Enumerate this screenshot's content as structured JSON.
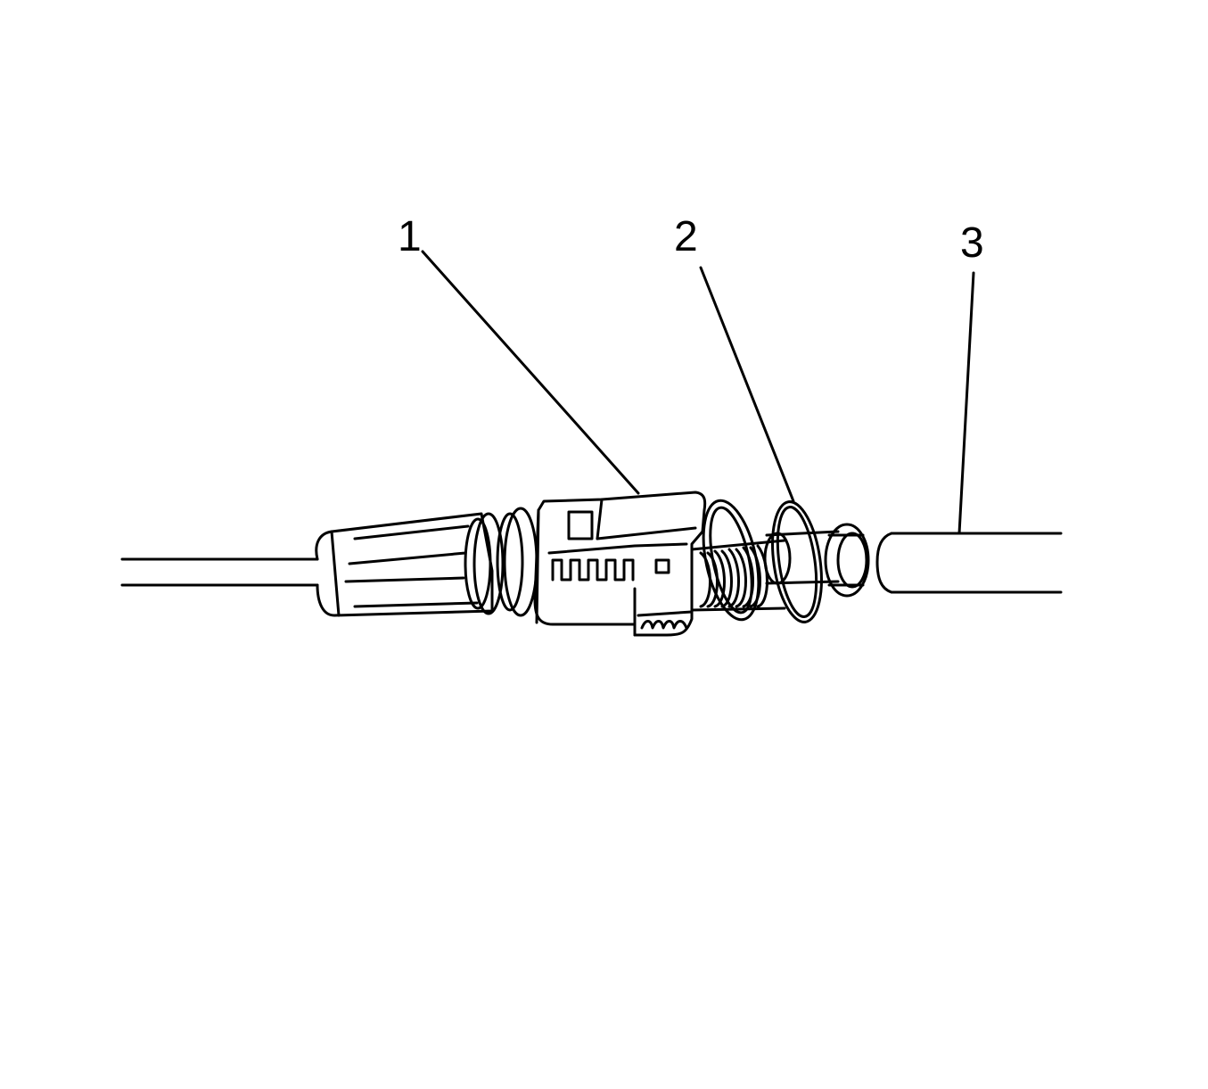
{
  "diagram": {
    "callouts": [
      {
        "id": "1",
        "label": "1"
      },
      {
        "id": "2",
        "label": "2"
      },
      {
        "id": "3",
        "label": "3"
      }
    ],
    "colors": {
      "background": "#ffffff",
      "ink": "#000000"
    }
  }
}
